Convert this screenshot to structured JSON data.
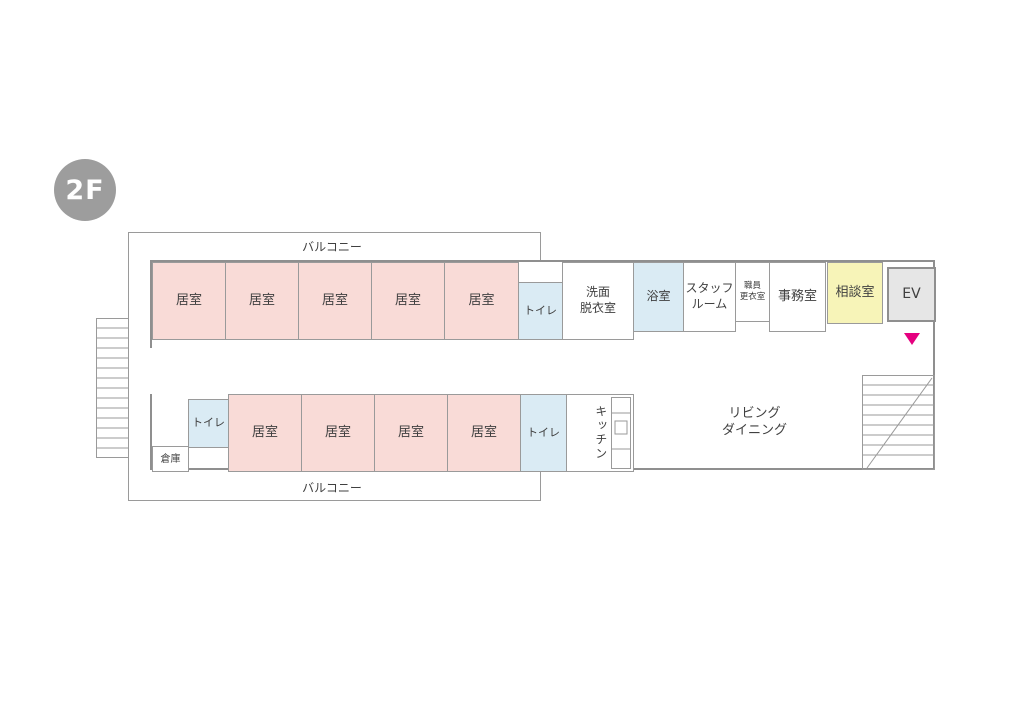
{
  "floor": {
    "badge": "2F",
    "balcony_top": "バルコニー",
    "balcony_bottom": "バルコニー"
  },
  "upper_row": {
    "residence_rooms": [
      "居室",
      "居室",
      "居室",
      "居室",
      "居室"
    ],
    "toilet": "トイレ",
    "washroom": "洗面\n脱衣室",
    "bathroom": "浴室",
    "staff_room": "スタッフ\nルーム",
    "staff_changing_room": "職員\n更衣室",
    "office": "事務室",
    "consultation_room": "相談室",
    "elevator": "EV"
  },
  "lower_row": {
    "storage": "倉庫",
    "toilet_left": "トイレ",
    "residence_rooms": [
      "居室",
      "居室",
      "居室",
      "居室"
    ],
    "toilet_right": "トイレ",
    "kitchen": "キッチン",
    "living_dining": "リビング\nダイニング"
  },
  "colors": {
    "room_pink": "#f9dbd7",
    "room_blue": "#daebf4",
    "room_yellow": "#f7f4b8",
    "elevator_gray": "#e6e6e6",
    "wall_gray": "#9a9a9a",
    "marker_pink": "#e5007f",
    "badge_gray": "#9d9d9d"
  }
}
